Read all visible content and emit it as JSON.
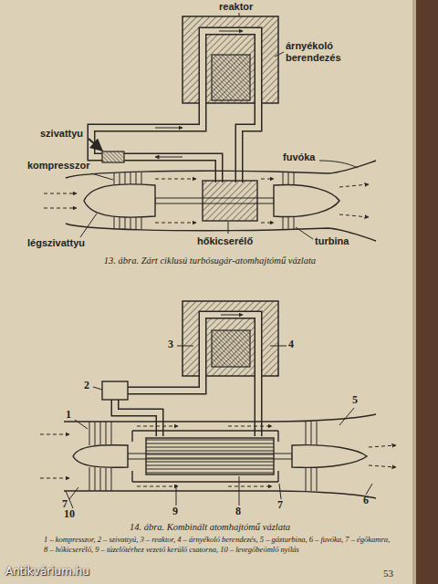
{
  "diagram": {
    "labels": [
      "reaktor",
      "árnyékoló berendezés",
      "szivattyu",
      "kompresszor",
      "fuvóka",
      "légszivattyu",
      "hőkicserélő",
      "turbina",
      "13. ábra. Zárt ciklusú turbósugár-atomhajtómű vázlata",
      "3",
      "4",
      "2",
      "5",
      "1",
      "7",
      "10",
      "6",
      "9",
      "8",
      "7",
      "14. ábra. Kombinált atomhajtómű vázlata",
      "1 – kompresszor, 2 – szivattyú, 3 – reaktor, 4 – árnyékoló berendezés, 5 – gázturbina, 6 – fuvóka, 7 – égőkamra, 8 – hőkicserélő, 9 – tüzelőtérhez vezető kerülő csatorna, 10 – levegőbeömlő nyílás",
      "53",
      "Antikvárium.hu"
    ]
  }
}
